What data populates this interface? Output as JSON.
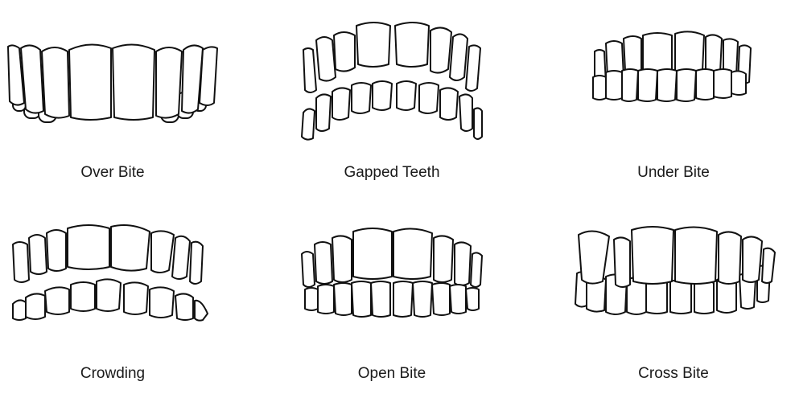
{
  "conditions": [
    {
      "id": "over-bite",
      "label": "Over Bite"
    },
    {
      "id": "gapped-teeth",
      "label": "Gapped Teeth"
    },
    {
      "id": "under-bite",
      "label": "Under Bite"
    },
    {
      "id": "crowding",
      "label": "Crowding"
    },
    {
      "id": "open-bite",
      "label": "Open Bite"
    },
    {
      "id": "cross-bite",
      "label": "Cross Bite"
    }
  ],
  "colors": {
    "outline": "#111111",
    "fill": "#ffffff",
    "text": "#1a1a1a"
  }
}
